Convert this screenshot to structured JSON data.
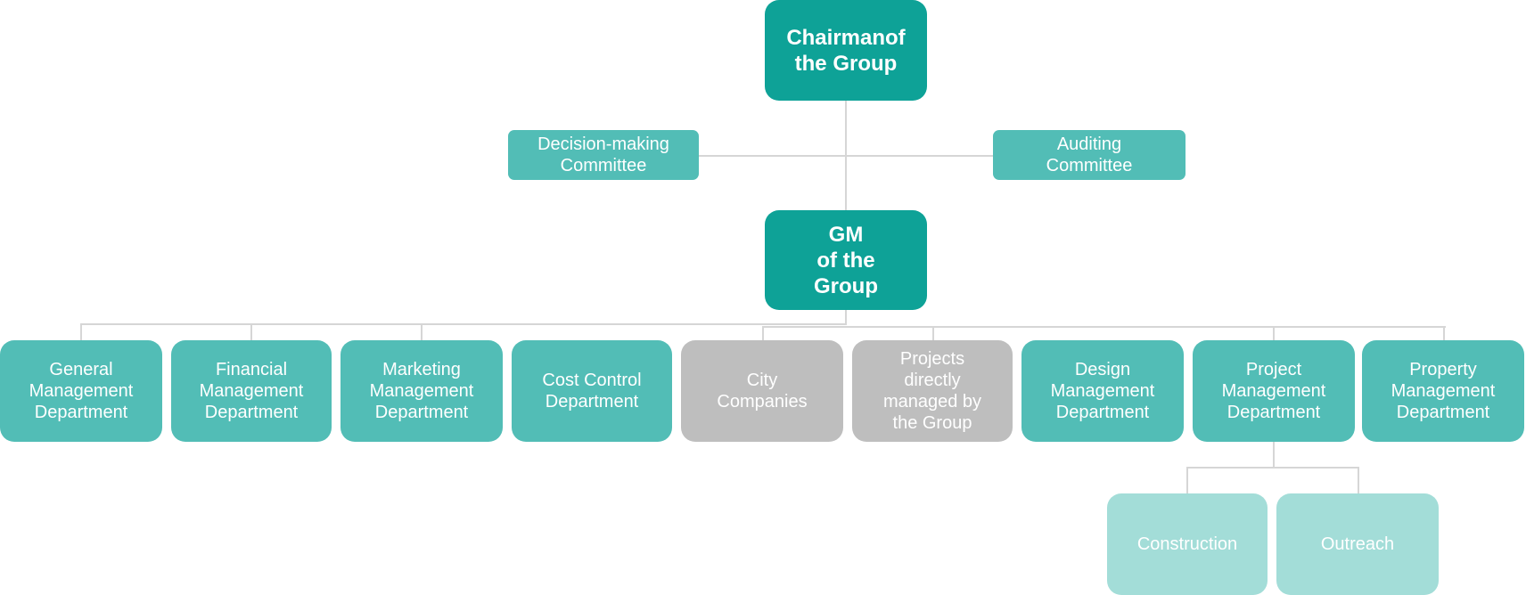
{
  "chairman": "Chairmanof\nthe Group",
  "committees": {
    "decision": "Decision-making\nCommittee",
    "auditing": "Auditing\nCommittee"
  },
  "gm": "GM\nof the\nGroup",
  "departments": [
    {
      "label": "General\nManagement\nDepartment",
      "style": "dept"
    },
    {
      "label": "Financial\nManagement\nDepartment",
      "style": "dept"
    },
    {
      "label": "Marketing\nManagement\nDepartment",
      "style": "dept"
    },
    {
      "label": "Cost Control\nDepartment",
      "style": "dept"
    },
    {
      "label": "City\nCompanies",
      "style": "gray"
    },
    {
      "label": "Projects\ndirectly\nmanaged by\nthe Group",
      "style": "gray"
    },
    {
      "label": "Design\nManagement\nDepartment",
      "style": "dept"
    },
    {
      "label": "Project\nManagement\nDepartment",
      "style": "dept"
    },
    {
      "label": "Property\nManagement\nDepartment",
      "style": "dept"
    }
  ],
  "sub_units": [
    {
      "label": "Construction"
    },
    {
      "label": "Outreach"
    }
  ],
  "colors": {
    "top_level": "#0ea297",
    "department": "#52bdb6",
    "external_unit": "#bebebe",
    "sub_unit": "#a3ddd8",
    "connector": "#d6d6d6"
  }
}
